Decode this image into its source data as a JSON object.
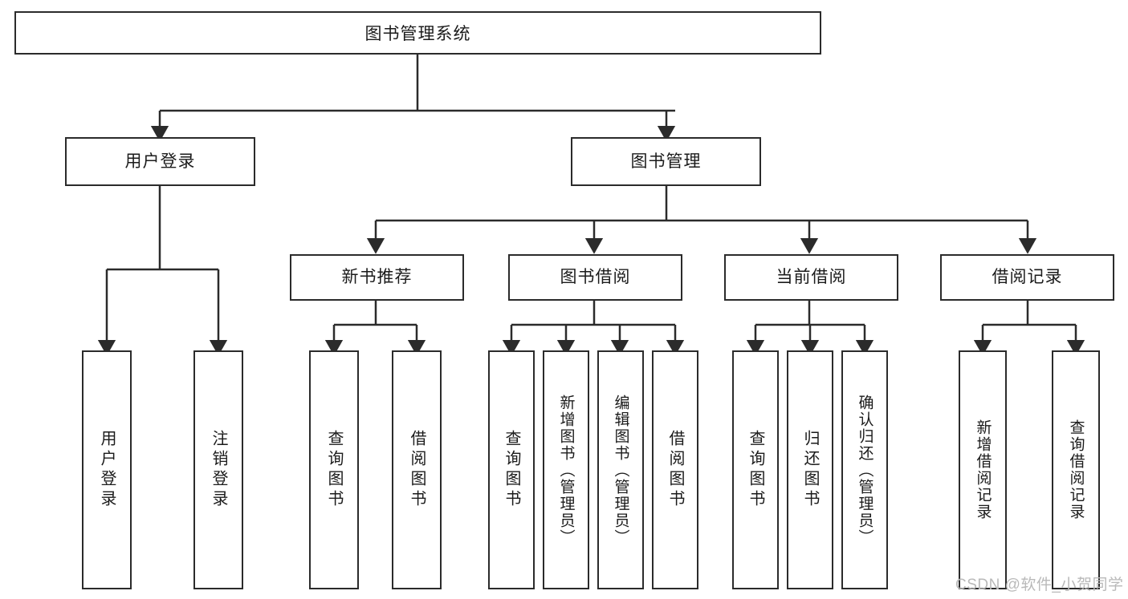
{
  "diagram": {
    "title": "图书管理系统",
    "watermark": "CSDN @软件_小贺同学",
    "style": {
      "border_color": "#2b2b2b",
      "fill_color": "#ffffff",
      "text_color": "#1b1b1b",
      "line_color": "#2b2b2b",
      "watermark_color": "#b9b9b9"
    },
    "nodes": {
      "root": {
        "label": "图书管理系统"
      },
      "level2": [
        {
          "label": "用户登录"
        },
        {
          "label": "图书管理"
        }
      ],
      "level3": [
        {
          "label": "新书推荐"
        },
        {
          "label": "图书借阅"
        },
        {
          "label": "当前借阅"
        },
        {
          "label": "借阅记录"
        }
      ],
      "leaves_user_login": [
        {
          "label": "用户登录"
        },
        {
          "label": "注销登录"
        }
      ],
      "leaves_new_book": [
        {
          "label": "查询图书"
        },
        {
          "label": "借阅图书"
        }
      ],
      "leaves_borrow": [
        {
          "label": "查询图书"
        },
        {
          "label": "新增图书（管理员）"
        },
        {
          "label": "编辑图书（管理员）"
        },
        {
          "label": "借阅图书"
        }
      ],
      "leaves_current": [
        {
          "label": "查询图书"
        },
        {
          "label": "归还图书"
        },
        {
          "label": "确认归还（管理员）"
        }
      ],
      "leaves_records": [
        {
          "label": "新增借阅记录"
        },
        {
          "label": "查询借阅记录"
        }
      ]
    }
  }
}
